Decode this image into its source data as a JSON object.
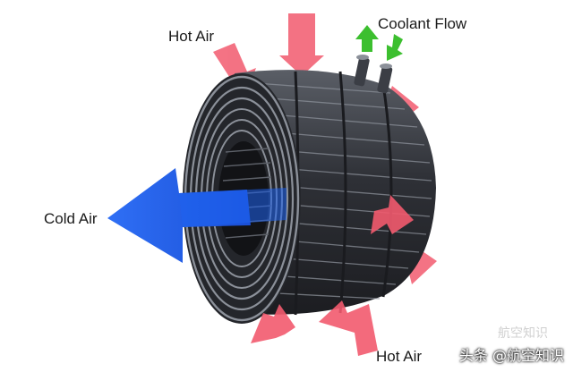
{
  "labels": {
    "hot_air_top": "Hot Air",
    "coolant_flow": "Coolant Flow",
    "cold_air": "Cold Air",
    "hot_air_bottom": "Hot Air"
  },
  "watermark": {
    "text": "头条 @航空知识",
    "ghost_text": "航空知识"
  },
  "colors": {
    "hot_air": "#f25a6e",
    "cold_air": "#1e63f0",
    "coolant": "#3cbf2f",
    "tube": "#3b3e45",
    "tube_highlight": "#8b9099"
  }
}
